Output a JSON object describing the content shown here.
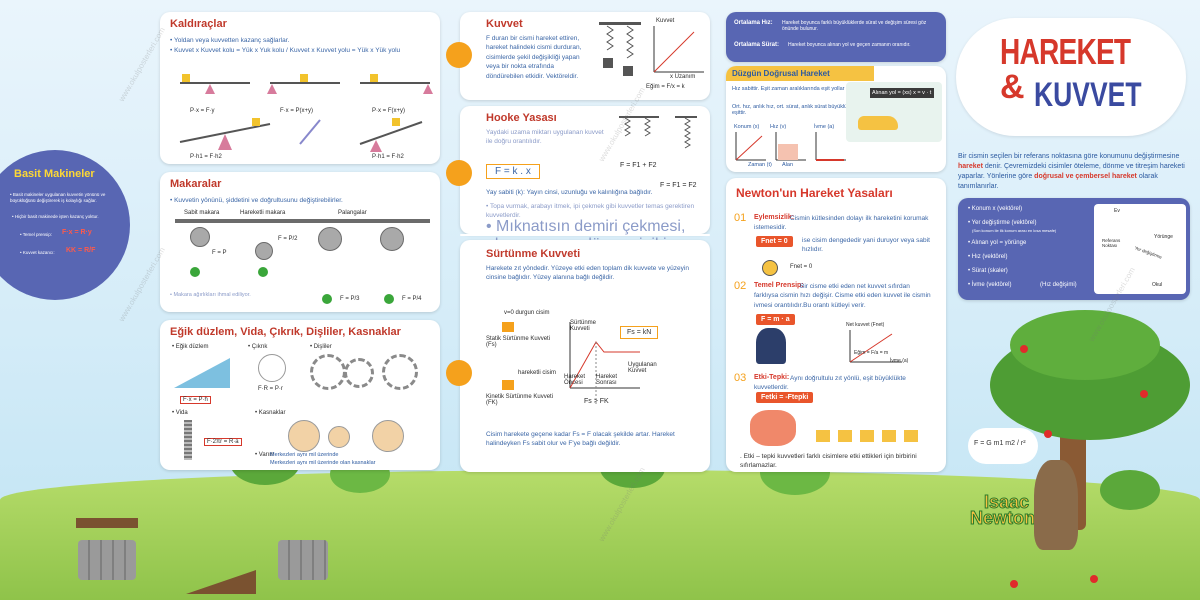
{
  "left_circle": {
    "title": "Basit Makineler",
    "lines": [
      "• Basit makineler uygulanan kuvvetin yönünü ve büyüklüğünü değiştirerek iş kolaylığı sağlar.",
      "• Hiçbir basit makinede işten kazanç yoktur.",
      "• Temel prensip:",
      "• Kuvvet kazancı:"
    ],
    "formula_principle": "F·x = R·y",
    "formula_gain": "KK = R/F"
  },
  "kaldiraclar": {
    "title": "Kaldıraçlar",
    "lines": [
      "• Yoldan veya kuvvetten kazanç sağlarlar.",
      "• Kuvvet x Kuvvet kolu = Yük x Yuk kolu / Kuvvet x Kuvvet yolu = Yük x Yük yolu"
    ],
    "eq1": "P·x = F·y",
    "eq2": "F·x = P(x+y)",
    "eq3": "P·x = F(x+y)",
    "eq4": "P·h1 = F·h2",
    "eq5": "P·h1 = F·h2"
  },
  "makaralar": {
    "title": "Makaralar",
    "line": "• Kuvvetin yönünü, şiddetini ve doğrultusunu değiştirebilirler.",
    "labels": [
      "Sabit makara",
      "Hareketli makara",
      "Palangalar"
    ],
    "f1": "F = P",
    "f2": "F = P/2",
    "f3": "F = P/3",
    "f4": "F = P/4",
    "note": "• Makara ağırlıkları ihmal ediliyor."
  },
  "egik": {
    "title": "Eğik düzlem, Vida, Çıkrık, Dişliler, Kasnaklar",
    "labels": [
      "• Eğik düzlem",
      "• Çıkrık",
      "• Dişliler",
      "• Vida",
      "• Kasnaklar",
      "• Varım"
    ],
    "f_egik": "F·x = P·h",
    "f_cikrik": "F·R = P·r",
    "f_vida": "F·2πr = R·a",
    "note1": "Merkezleri aynı mil üzerinde",
    "note2": "Merkezleri aynı mil üzerinde olan kasnaklar"
  },
  "kuvvet": {
    "title": "Kuvvet",
    "text": "F duran bir cismi hareket ettiren, hareket halindeki cismi durduran, cisimlerde şekil değişikliği yapan veya bir nokta etrafında döndürebilen etkidir. Vektöreldir.",
    "graph_label": "Kuvvet",
    "axis_label": "x Uzanım",
    "slope": "Eğim = F/x = k"
  },
  "hooke": {
    "title": "Hooke Yasası",
    "text": "Yaydaki uzama miktarı uygulanan kuvvet ile doğru orantılıdır.",
    "formula": "F = k . x",
    "k_text": "Yay sabiti (k): Yayın cinsi, uzunluğu ve kalınlığına bağlıdır.",
    "bullets": [
      "• Topa vurmak, arabayı itmek, ipi çekmek gibi kuvvetler temas gerektiren kuvvetlerdir.",
      "• Mıknatısın demiri çekmesi, elmanın yere düşmesi, iki mıknatısın birbirini itmesi gibi kuvvetler temas gerektirmeyen kuvvetlerdir."
    ],
    "series": "F = F1 + F2",
    "parallel": "F = F1 = F2"
  },
  "surtunme": {
    "title": "Sürtünme Kuvveti",
    "text": "Harekete zıt yöndedir. Yüzeye etki eden toplam dik kuvvete ve yüzeyin cinsine bağlıdır. Yüzey alanına bağlı değildir.",
    "static": "Statik Sürtünme Kuvveti (Fs)",
    "kinetic": "Kinetik Sürtünme Kuvveti (FK)",
    "formula": "Fs = kN",
    "v0": "v=0 durgun cisim",
    "moving": "hareketli cisim",
    "graph_y": "Sürtünme Kuvveti",
    "graph_x1": "Hareket Öncesi",
    "graph_x2": "Hareket Sonrası",
    "applied": "Uygulanan Kuvvet",
    "compare": "Fs > FK",
    "bottom": "Cisim harekete geçene kadar Fs = F olacak şekilde artar. Hareket halindeyken Fs sabit olur ve F'ye bağlı değildir."
  },
  "ortalama": {
    "line1_label": "Ortalama Hız:",
    "line1": "Hareket boyunca farklı büyüklüklerde sürat ve değişim süresi göz önünde bulunur.",
    "line2_label": "Ortalama Sürat:",
    "line2": "Hareket boyunca alınan yol ve geçen zamanın oranıdır."
  },
  "duzgun": {
    "title": "Düzgün Doğrusal Hareket",
    "line1": "Hız sabittir. Eşit zaman aralıklarında eşit yollar alınır.",
    "line2": "Ort. hız, anlık hız, ort. sürat, anlık sürat büyüklükleri eşittir.",
    "car_box": "Alınan yol = (xs) x = v · t",
    "graphs": [
      "Konum (x)",
      "Hız (v)",
      "İvme (a)"
    ],
    "time": "Zaman (t)",
    "area": "Alan"
  },
  "newton": {
    "title": "Newton'un Hareket Yasaları",
    "law1_num": "01",
    "law1_name": "Eylemsizlik:",
    "law1_text": "Cismin kütlesinden dolayı ilk hareketini korumak istemesidir.",
    "law1_box": "Fnet = 0",
    "law1_box_text": "ise cisim dengededir yani duruyor veya sabit hızlıdır.",
    "law1_fnet": "Fnet = 0",
    "law2_num": "02",
    "law2_name": "Temel Prensip:",
    "law2_text": "Bir cisme etki eden net kuvvet sıfırdan farklıysa cismin hızı değişir. Cisme etki eden kuvvet ile cismin ivmesi orantılıdır.Bu orantı kütleyi verir.",
    "law2_box": "F = m · a",
    "law2_graph": "Net kuvvet (Fnet)",
    "law2_graph_x": "İvme (a)",
    "law2_slope": "Eğim = F/a = m",
    "law3_num": "03",
    "law3_name": "Etki-Tepki:",
    "law3_text": "Aynı doğrultulu zıt yönlü, eşit büyüklükte kuvvetlerdir.",
    "law3_box": "Fetki = -Ftepki",
    "law3_note": ". Etki – tepki kuvvetleri farklı cisimlere etki ettikleri için birbirini sıfırlamazlar."
  },
  "hero": {
    "title1": "HAREKET",
    "amp": "&",
    "title2": "KUVVET"
  },
  "intro": {
    "text1": "Bir cismin seçilen bir referans noktasına göre konumunu değiştirmesine",
    "highlight1": "hareket",
    "text2": "denir.",
    "text3": "Çevremizdeki cisimler öteleme, dönme ve titreşim hareketi yaparlar.",
    "text4": "Yönlerine göre",
    "highlight2": "doğrusal ve çembersel hareket",
    "text5": "olarak tanımlanırlar."
  },
  "vectors": {
    "items": [
      "• Konum x (vektörel)",
      "• Yer değiştirme (vektörel)",
      "• Alınan yol = yörünge",
      "• Hız (vektörel)",
      "• Sürat (skaler)",
      "• İvme (vektörel)"
    ],
    "subnote": "(Son konum ile ilk konum arası en kısa mesafe)",
    "ivme_note": "(Hız değişimi)",
    "map_labels": [
      "Ev",
      "Referans Noktası",
      "Yörünge",
      "Yer değiştirme",
      "Okul"
    ]
  },
  "newton_label": {
    "line1": "Isaac",
    "line2": "Newton",
    "formula": "F = G m1 m2 / r²"
  },
  "watermark": "www.okulposterleri.com"
}
